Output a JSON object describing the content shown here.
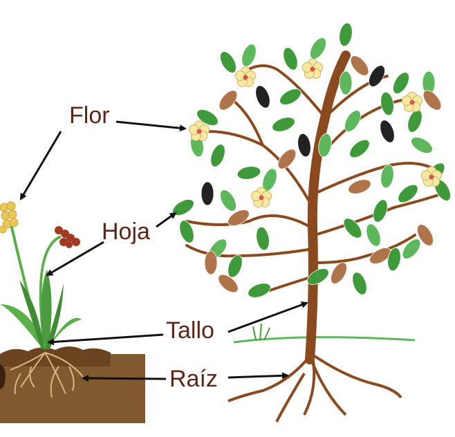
{
  "labels": {
    "flower": "Flor",
    "leaf": "Hoja",
    "stem": "Tallo",
    "root": "Raíz"
  },
  "colors": {
    "label_text": "#5a2616",
    "trunk": "#8b4a1e",
    "soil": "#7f5a30",
    "leaf_green": "#3f9a3a",
    "leaf_light": "#5cb85a",
    "leaf_brown": "#b0744a",
    "leaf_black": "#222222",
    "flower_petal": "#f7e9a0",
    "flower_center": "#d9534f",
    "root_light": "#d9b77e",
    "arrow": "#111111"
  }
}
